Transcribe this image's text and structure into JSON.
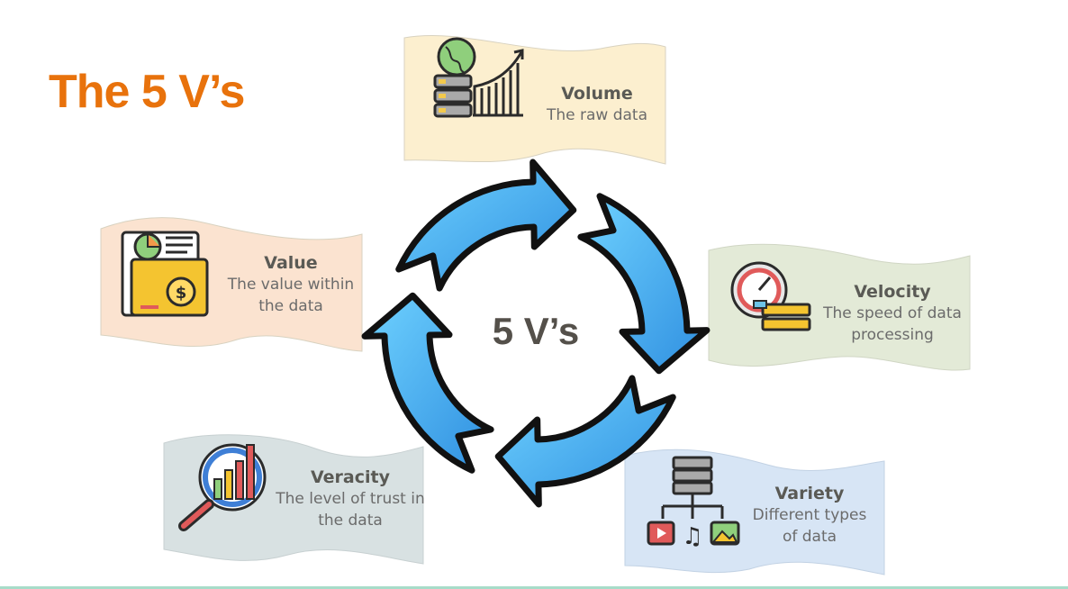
{
  "slide": {
    "title": "The 5 V’s",
    "center_label": "5 V’s",
    "title_color": "#e8720c"
  },
  "items": [
    {
      "name": "Volume",
      "description": "The raw data",
      "icon": "server-globe-growth-icon",
      "color": "#fcefcf"
    },
    {
      "name": "Velocity",
      "description": "The speed of data processing",
      "icon": "speedometer-server-icon",
      "color": "#e3ead7"
    },
    {
      "name": "Variety",
      "description": "Different types of data",
      "icon": "data-types-icon",
      "color": "#d7e5f5"
    },
    {
      "name": "Veracity",
      "description": "The level of trust in the data",
      "icon": "magnifier-chart-icon",
      "color": "#d8e1e2"
    },
    {
      "name": "Value",
      "description": "The value within the data",
      "icon": "folder-dollar-icon",
      "color": "#fbe3d0"
    }
  ]
}
